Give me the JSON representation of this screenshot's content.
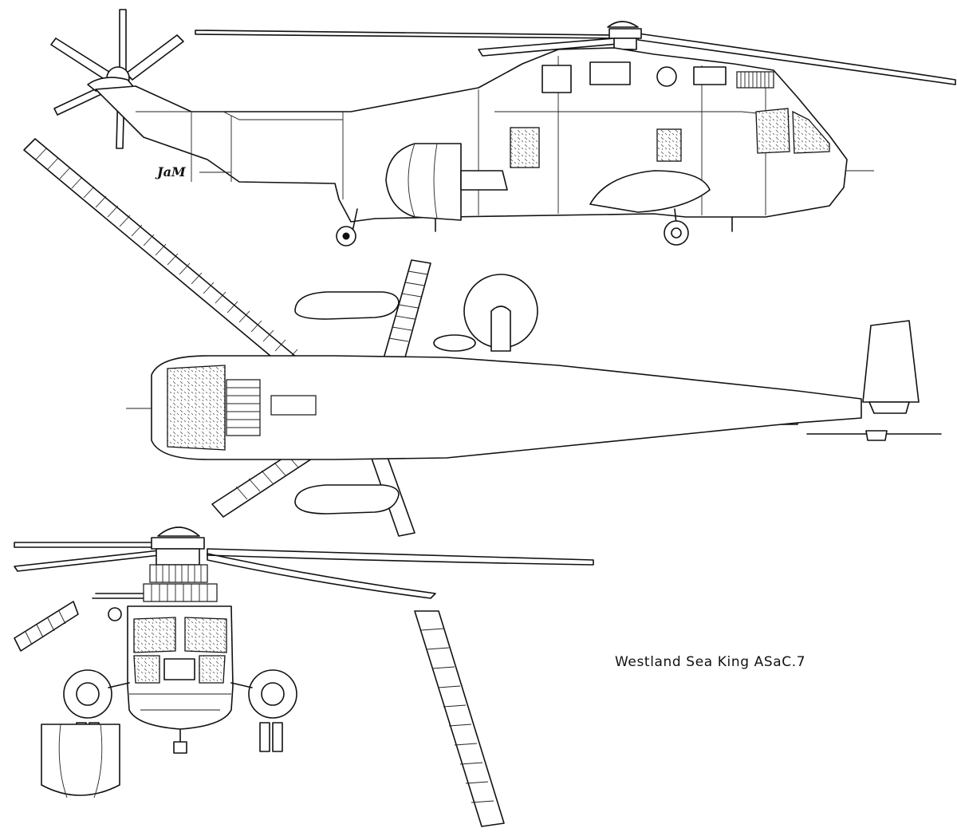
{
  "drawing": {
    "title": "Westland Sea King ASaC.7",
    "signature": "JaM"
  },
  "views": [
    "side-view",
    "top-view",
    "front-view"
  ]
}
